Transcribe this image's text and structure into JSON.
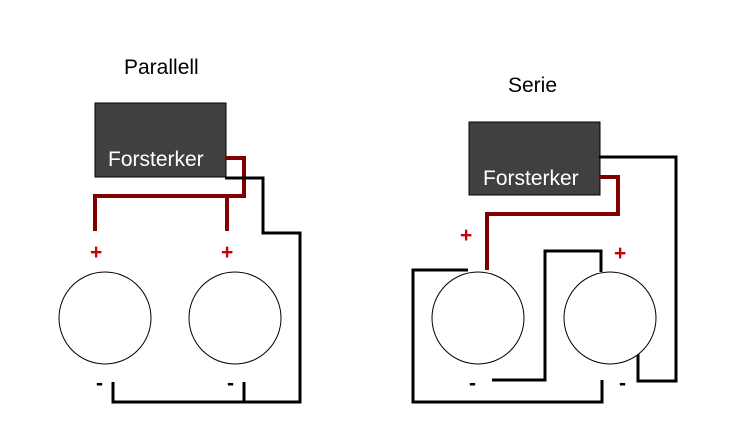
{
  "parallel": {
    "title": "Parallell",
    "amp_label": "Forsterker",
    "plus_left": "+",
    "plus_right": "+",
    "minus_left": "-",
    "minus_right": "-"
  },
  "series": {
    "title": "Serie",
    "amp_label": "Forsterker",
    "plus_left": "+",
    "plus_right": "+",
    "minus_left": "-",
    "minus_right": "-"
  },
  "colors": {
    "amp_fill": "#404040",
    "positive_wire": "#800000",
    "negative_wire": "#000000",
    "plus_sign": "#cc0000"
  }
}
